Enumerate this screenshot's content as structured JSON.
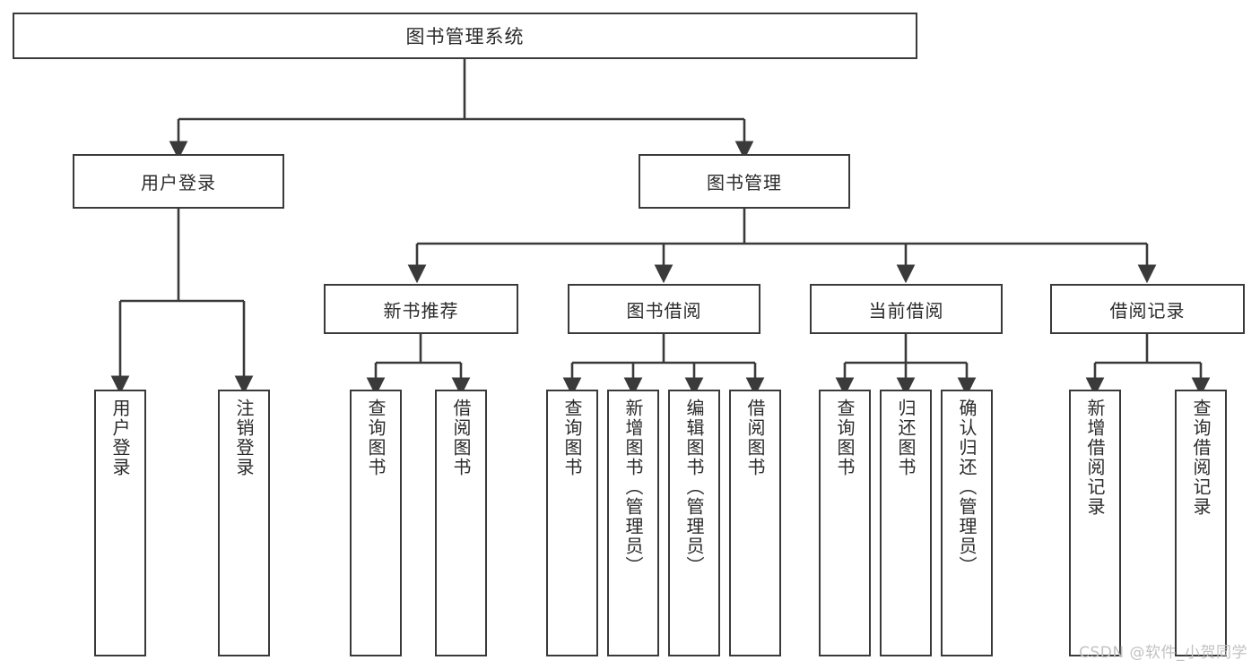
{
  "diagram": {
    "title": "图书管理系统",
    "type": "tree",
    "root": {
      "label": "图书管理系统"
    },
    "level2": [
      {
        "label": "用户登录"
      },
      {
        "label": "图书管理"
      }
    ],
    "level3": [
      {
        "label": "新书推荐"
      },
      {
        "label": "图书借阅"
      },
      {
        "label": "当前借阅"
      },
      {
        "label": "借阅记录"
      }
    ],
    "leaves": {
      "user_login": [
        {
          "label": "用户登录"
        },
        {
          "label": "注销登录"
        }
      ],
      "new_book_recommend": [
        {
          "label": "查询图书"
        },
        {
          "label": "借阅图书"
        }
      ],
      "book_borrow": [
        {
          "label": "查询图书"
        },
        {
          "label": "新增图书（管理员）"
        },
        {
          "label": "编辑图书（管理员）"
        },
        {
          "label": "借阅图书"
        }
      ],
      "current_borrow": [
        {
          "label": "查询图书"
        },
        {
          "label": "归还图书"
        },
        {
          "label": "确认归还（管理员）"
        }
      ],
      "borrow_record": [
        {
          "label": "新增借阅记录"
        },
        {
          "label": "查询借阅记录"
        }
      ]
    }
  },
  "watermark": {
    "text": "CSDN @软件_小贺同学"
  },
  "colors": {
    "stroke": "#3a3a3a",
    "text": "#2b2b2b",
    "background": "#ffffff",
    "watermark": "#c2c2c2"
  }
}
